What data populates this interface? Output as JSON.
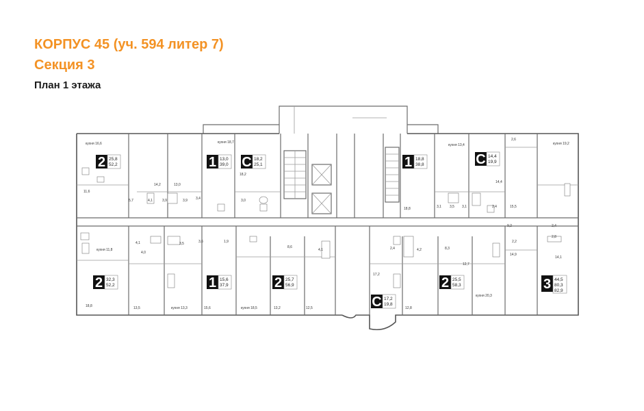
{
  "header": {
    "title": "КОРПУС 45 (уч. 594 литер 7)",
    "section": "Секция 3",
    "plan": "План 1 этажа"
  },
  "apartments": [
    {
      "rooms": "2",
      "living": "25,8",
      "total": "52,2"
    },
    {
      "rooms": "1",
      "living": "13,0",
      "total": "39,0"
    },
    {
      "rooms": "С",
      "living": "18,2",
      "total": "25,1"
    },
    {
      "rooms": "1",
      "living": "18,8",
      "total": "38,8"
    },
    {
      "rooms": "С",
      "living": "14,4",
      "total": "19,9"
    },
    {
      "rooms": "2",
      "living": "32,3",
      "total": "52,2"
    },
    {
      "rooms": "1",
      "living": "15,6",
      "total": "37,9"
    },
    {
      "rooms": "2",
      "living": "25,7",
      "total": "56,9"
    },
    {
      "rooms": "С",
      "living": "17,2",
      "total": "19,8"
    },
    {
      "rooms": "2",
      "living": "25,5",
      "total": "58,3"
    },
    {
      "rooms": "3",
      "living": "44,5",
      "total": "80,3",
      "total2": "82,9"
    }
  ],
  "room_labels": {
    "kitchen_16_6": "кухня 16,6",
    "kitchen_18_7": "кухня 18,7",
    "kitchen_13_4": "кухня 13,4",
    "kitchen_19_2": "кухня 19,2",
    "kitchen_11_8": "кухня 11,8",
    "kitchen_13_3": "кухня 13,3",
    "kitchen_18_5": "кухня 18,5",
    "kitchen_20_3": "кухня 20,3",
    "r14_2": "14,2",
    "r13_0": "13,0",
    "r18_2": "18,2",
    "r11_6": "11,6",
    "r5_7": "5,7",
    "r4_1a": "4,1",
    "r3_9a": "3,9",
    "r3_9b": "3,9",
    "r3_4": "3,4",
    "r3_0": "3,0",
    "r18_8": "18,8",
    "r3_1a": "3,1",
    "r3_5a": "3,5",
    "r3_1b": "3,1",
    "r2_4a": "2,4",
    "r14_4": "14,4",
    "r15_5": "15,5",
    "r2_6": "2,6",
    "r9_2": "9,2",
    "r2_4b": "2,4",
    "r2_8": "2,8",
    "r2_2": "2,2",
    "r14_9": "14,9",
    "r14_1": "14,1",
    "r4_1b": "4,1",
    "r4_0": "4,0",
    "r3_5b": "3,5",
    "r3_6": "3,6",
    "r1_9": "1,9",
    "r8_6": "8,6",
    "r4_1c": "4,1",
    "r18_8b": "18,8",
    "r13_5": "13,5",
    "r15_6": "15,6",
    "r13_2": "13,2",
    "r12_5": "12,5",
    "r17_2": "17,2",
    "r2_4c": "2,4",
    "r4_2": "4,2",
    "r8_3": "8,3",
    "r12_7": "12,7",
    "r12_8": "12,8"
  },
  "colors": {
    "accent": "#f39224",
    "badge": "#111111",
    "walls": "#6b6b6b"
  }
}
